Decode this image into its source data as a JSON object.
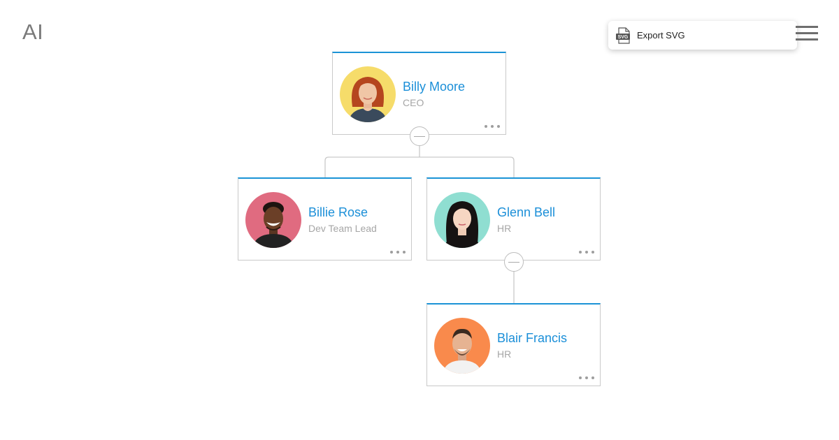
{
  "app": {
    "logo_text": "AI"
  },
  "export_menu": {
    "icon": "svg-file-icon",
    "icon_badge_text": "SVG",
    "label": "Export SVG"
  },
  "menu_button": {
    "icon": "hamburger-menu-icon"
  },
  "colors": {
    "accent": "#1b93d6",
    "name_text": "#1b8fd8",
    "title_text": "#a6a6a6",
    "connector": "#c9c9c9"
  },
  "org_chart": {
    "nodes": [
      {
        "id": "billy-moore",
        "name": "Billy Moore",
        "title": "CEO",
        "avatar_color": "#f6dc6a",
        "parent": null,
        "expanded": true
      },
      {
        "id": "billie-rose",
        "name": "Billie Rose",
        "title": "Dev Team Lead",
        "avatar_color": "#e06b80",
        "parent": "billy-moore"
      },
      {
        "id": "glenn-bell",
        "name": "Glenn Bell",
        "title": "HR",
        "avatar_color": "#8fded1",
        "parent": "billy-moore",
        "expanded": true
      },
      {
        "id": "blair-francis",
        "name": "Blair Francis",
        "title": "HR",
        "avatar_color": "#f98a4c",
        "parent": "glenn-bell"
      }
    ]
  }
}
